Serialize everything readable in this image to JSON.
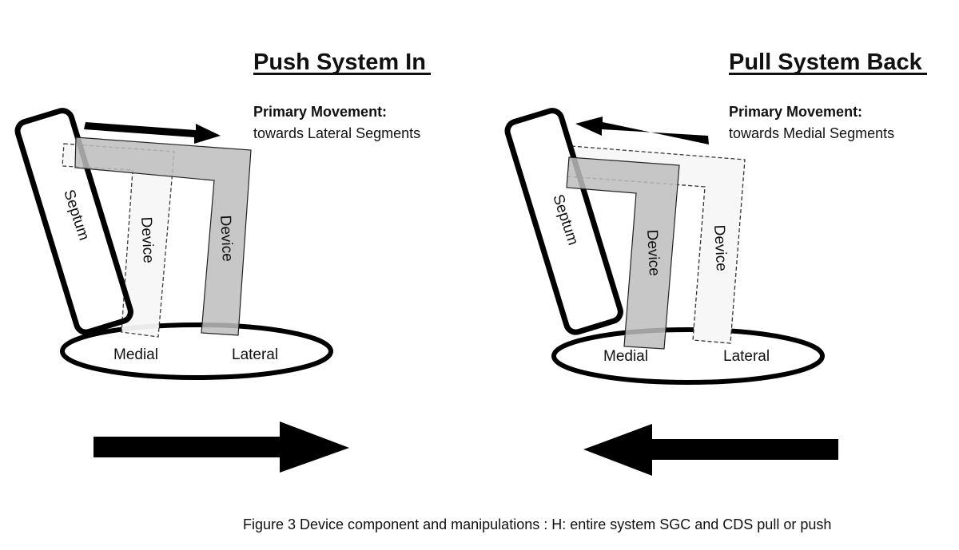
{
  "figure": {
    "caption": "Figure 3 Device component and manipulations : H: entire system SGC and CDS pull or push"
  },
  "panels": [
    {
      "title": "Push System In",
      "movement_heading": "Primary Movement:",
      "movement_text": "towards Lateral Segments",
      "labels": {
        "septum": "Septum",
        "device_original": "Device",
        "device_moved": "Device",
        "medial": "Medial",
        "lateral": "Lateral"
      },
      "direction": "right"
    },
    {
      "title": "Pull System Back",
      "movement_heading": "Primary Movement:",
      "movement_text": "towards Medial Segments",
      "labels": {
        "septum": "Septum",
        "device_moved": "Device",
        "device_original": "Device",
        "medial": "Medial",
        "lateral": "Lateral"
      },
      "direction": "left"
    }
  ],
  "colors": {
    "outline": "#000000",
    "device_fill": "#c8c8c8",
    "ghost_fill": "#f7f7f7"
  }
}
